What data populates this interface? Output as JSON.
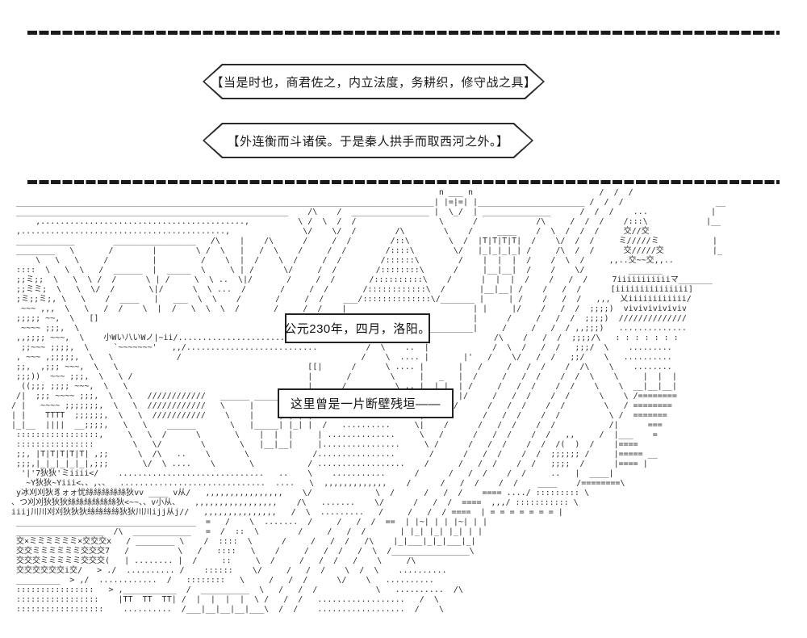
{
  "page": {
    "background_color": "#ffffff",
    "ink_color": "#1a1a1a",
    "type": "ascii-art comic page"
  },
  "dialogue_bubbles": [
    {
      "text": "【当是时也，商君佐之，内立法度，务耕织，修守战之具】"
    },
    {
      "text": "【外连衡而斗诸侯。于是秦人拱手而取西河之外。】"
    }
  ],
  "captions": [
    {
      "text": "公元230年，四月，洛阳。"
    },
    {
      "text": "这里曾是一片断壁残垣——"
    }
  ],
  "ascii_art": {
    "description": "ruined cityscape of Luoyang: walls, gate, roofs, diagonal roads, trees and a house",
    "lines": [
      "                                                                                          n ___ n                          /  /  /",
      "   ______________________________________________________________________________________| |=|=| |______________________ /  /  /                   __",
      "   ________________________________________________________    /\\    /  ________________ |  \\_/  | ______________      /  /  /    ...             |",
      "       ,..........................................,          \\ /  \\  /  /                 \\      /            /\\     /  /  /    /:::\\            |__",
      "   ,..........................................,               \\/    \\/  /        /\\        \\    /     ____    /  \\  /  /  /     交//交",
      "   ____________        _________________   /\\    |    /\\      /     /  /        /::\\        \\  /  |T|T|T|T|  /    \\/  /  /     ミ/////ミ           |",
      "   ________   \\       /        |        \\ /  \\   |   /  \\    /     /  /        /::::\\        \\/   |_|_|_|_| /     /\\  /  /      交/////交          |_",
      "       \\   \\   \\     /         |         /    \\  |  /    \\  /     /  /        /::::::\\        /    |  |  |  /    /  \\  /     ,,..交~~交,,..",
      "   ::::  \\   \\  \\   /  ______  |  _____  \\     \\ | /      \\/     /  /        /::::::::\\      /     |__|__|  /    /    \\/         _______",
      "   ;;ミ;;  \\   \\  \\ /  /      \\ | /     \\  \\ ..  \\|/       /     /  /       /::::::::::\\    /      |  |  |  /    /   /  /     7iiiiiiiiiiiマ_______",
      "   ;;ミミ;  \\   \\  \\/  /       \\|/      \\  \\ ...  /       /     /  /       /::::::::::::\\  /       |__|__| /    /   /  /      [iiiiiiiiiiiiiii]",
      "   ;ミ;;ミ;, \\   \\    /  ____   |   ___  \\  \\    /       /     /  /    ___/::::::::::::::\\/_______ |     | /    /   /  /   ,,,  乂iiiiiiiiiiii/",
      "    ~~~ ,,,  \\   \\   /  /    \\  |  /   \\  \\  \\  /       /     /  /    |                          | |     |/    /   /  /  ;;;;)  viviviviviviv",
      "   ;;;;; ~~,  \\   []                                        /;;;;                                |      /     /   /  /  ;;;;)  //////////////",
      "    ~~~~ ;;;,  \\                                             /                          _________|     /     /   /  / ,,;;;)   ..............",
      "   ,,;;;; ~~~,  \\    小Wい八いWノ|~ii/...........................           /\\          |              /\\    /   /  /  ;;;;/\\   : : : : : : :",
      "    ;;~~~ ;;;;,  \\     `~~~~~~~'   ,,/...........................          /  \\    ..  |             /  \\  /   /  /   ;;;/  \\    .........",
      "   , ~~~ ,;;;;;,  \\   \\             /                                     /    \\  .... |       |'   /    \\/   /  /   ;;/    \\   ..........",
      "   ;;,  ,;;; ~~~,  \\   \\                                       [[|      /      \\ .... |       |   /     /   /  /    /  /\\    \\    ........",
      "   ;;;))  ~~~ ;;;,  \\   \\ /                                    |       /        \\     |   _   |  /     /   /  /    /  /  \\    \\     |  |  |",
      "    ((;;; ;;;; ~~~,  \\   \\                                     |      /          \\ .. |  | |  | /     /   /  /    /  /    \\    \\  __|__|__|",
      "   /|  ;;; ~~~~ ;;;,  \\   \\   ////////////   ______ ______     |     /            \\ . |  |_|  |/     /   /  /    /  /      \\    \\ /========",
      "  / |   ~~~~ ;;;;;;;,  \\   \\  ////////////   \\     |     | ___ |    /   ......     \\  |      /      /   /  /    /  /        \\   / ========",
      "  | |    TTTT  ;;;;;;,  \\   \\  ///////////    \\    |     | | | |   /   ........     \\ |     /      /   /  /    /  /          \\ /  =======",
      "  |_|__  ||||  __;;;;,   \\   \\    ______       \\   |_____| |_| |  /   ..........     \\|    /      /   /  /    /  /           /|      ===",
      "   :::::::::::::::::,     \\   \\  /      \\       \\    |  |  |     | ..............     \\   /      /   /  /    /  /   ,,     /  |___    =",
      "   ::::::::::::::::        \\   \\/        \\       \\   |__|__|     |................     \\ /      /   /  /    /  /  /(  )  /    |====",
      "   ;;, |T|T|T|T|T| ,;;      \\  /\\   ..    \\       \\             /................       /      /   /  /    /  /  ;;;;;; /     |===== __",
      "   ;;;,|_|_|_|_|_|,;;;       \\/  \\ ....    \\       \\           / ..................    /      /   /  /    /  /   ;;;;  /      |==== |",
      "    '|'7狄狄'ミiiii</    ..............................   ..    \\    ...........      /      /   /  /    /  /     ..   |  ____|",
      "     ~Y狄狄~Yiii<、、,、、  ..............................  ....   \\  ,,,,,,,,,,,,,    /      /   /  /    /  /    ____    /========\\",
      "   y冰刈刈狄豸ォォ忧絲絲絲絲絲狄vv ____ v从/   ,,,,,,,,,,,,,,,,    \\/             \\  /      /   /  /    ==== ..../ ::::::::: \\",
      "  、つ刈刈狄狄狄絲絲絲絲絲絲狄<~~、、v小从、   ,,,,,,,,,,,,,,,,,    /\\   .......    \\/      /   /  /  ====  ,,,/ ::::::::::: \\",
      "  iiij川川刈刈狄狄狄絲絲絲絲狄狄川川ijj从j//   ,,,,,,,,,,,,,,,   /  \\  .........   /     /   /  / ====  | = = = = = = = |",
      "   _____________________________________  =   /    \\  .......  /     /   /  /  ==  | |~| | | |~| | |",
      "   __________________  /\\  ____________   =  /  ::  \\        /     /   /  /       | |_| |_| |_| | |",
      "   交×ミミミミミミ×交交交x   / ________ \\    /  ::::  \\      /     /   /  /   /\\    |_|___|_|_|___|_|",
      "   交交ミミミミミミ交交交7   /          \\   /   ::::   \\    /     /   /  /   /  \\  /________________\\",
      "   交交交ミミミミミ交交交(   | ........ |  /     ::     \\  /     /   /  /   /    \\     /\\",
      "   交交交交交交i交/   > ./  .......... /    ::::::    \\/     /   /  /    \\  /  \\    ..........",
      "   _________  > ,/  ............  /   ::::::::   \\     /   /  /      \\/    \\   ..........",
      "   ::::::::::::::::   > ,___________  /  __________  \\   /   /  /            \\   ..........  /\\",
      "   :::::::::::::::::    |TT  TT  TT| /  |  |  |  |  \\ /   /  /   ..................   /  \\",
      "   ::::::::::::::::::    ..........  /___|__|__|__|___\\  /  /    ..................  /    \\"
    ]
  }
}
